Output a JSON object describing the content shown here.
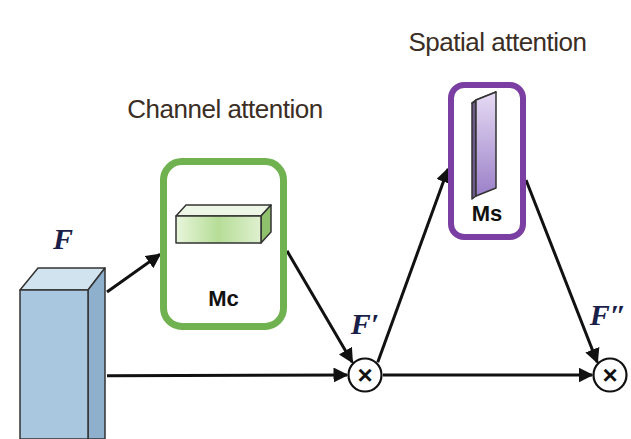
{
  "diagram": {
    "nodes": [
      {
        "text": [
          "F"
        ]
      },
      {
        "text": [
          "Channel attention",
          "Mc"
        ]
      },
      {
        "text": [
          "F′",
          "×"
        ]
      },
      {
        "text": [
          "Spatial attention",
          "Ms"
        ]
      },
      {
        "text": [
          "F″",
          "×"
        ]
      }
    ],
    "edges": [
      {
        "from": 0,
        "to": 1,
        "arrow": "to"
      },
      {
        "from": 0,
        "to": 2,
        "arrow": "to"
      },
      {
        "from": 1,
        "to": 2,
        "arrow": "to"
      },
      {
        "from": 2,
        "to": 3,
        "arrow": "to"
      },
      {
        "from": 2,
        "to": 4,
        "arrow": "to"
      },
      {
        "from": 3,
        "to": 4,
        "arrow": "to"
      }
    ]
  }
}
